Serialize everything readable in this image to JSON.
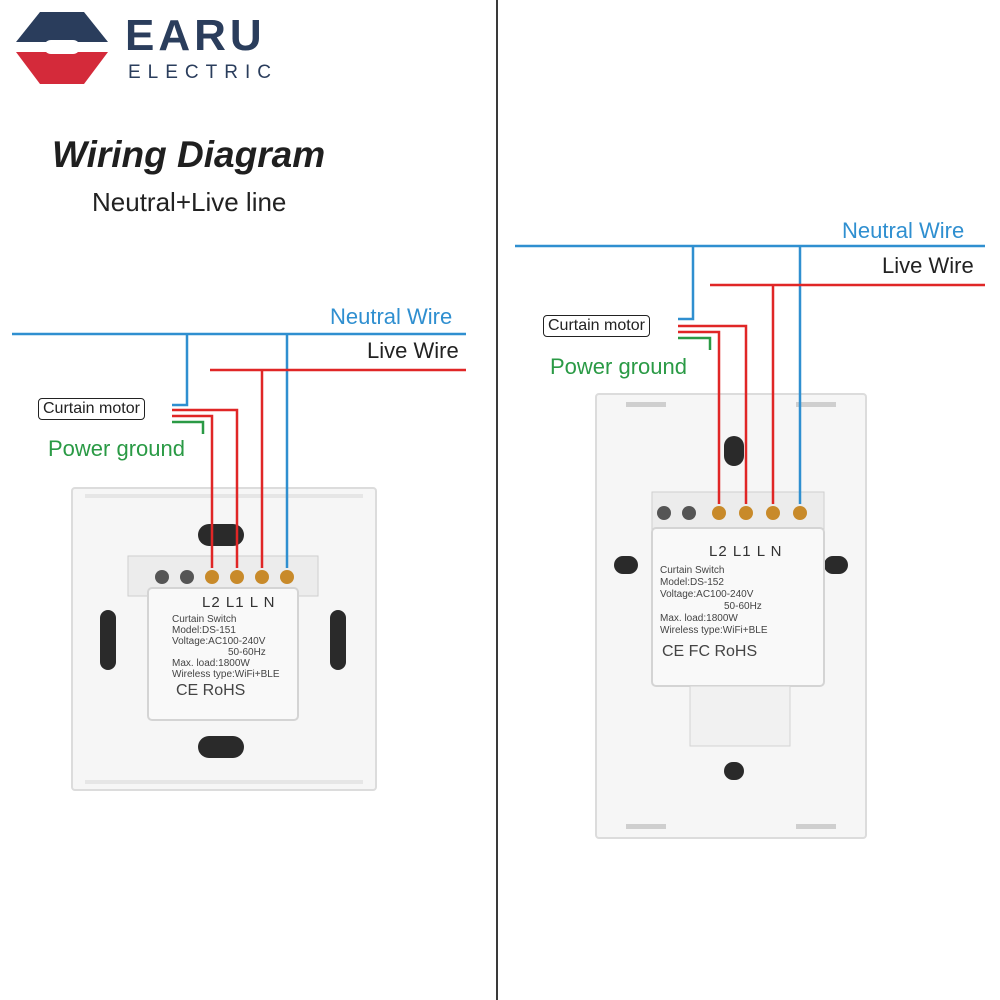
{
  "brand": {
    "name": "EARU",
    "sub": "ELECTRIC"
  },
  "heading": {
    "title": "Wiring Diagram",
    "subtitle": "Neutral+Live line"
  },
  "left": {
    "neutral": "Neutral Wire",
    "live": "Live Wire",
    "motor": "Curtain motor",
    "ground": "Power ground",
    "terminals": "L2 L1 L N",
    "name": "Curtain Switch",
    "model": "Model:DS-151",
    "voltage": "Voltage:AC100-240V",
    "freq": "50-60Hz",
    "load": "Max. load:1800W",
    "wireless": "Wireless type:WiFi+BLE",
    "cert": "CE RoHS"
  },
  "right": {
    "neutral": "Neutral Wire",
    "live": "Live Wire",
    "motor": "Curtain motor",
    "ground": "Power ground",
    "terminals": "L2 L1 L N",
    "name": "Curtain Switch",
    "model": "Model:DS-152",
    "voltage": "Voltage:AC100-240V",
    "freq": "50-60Hz",
    "load": "Max. load:1800W",
    "wireless": "Wireless type:WiFi+BLE",
    "cert": "CE FC RoHS"
  },
  "colors": {
    "neutral": "#2f8fd0",
    "live": "#e02626",
    "ground": "#2a9a45",
    "brand_navy": "#2a3d5c",
    "brand_red": "#d42a3a"
  }
}
